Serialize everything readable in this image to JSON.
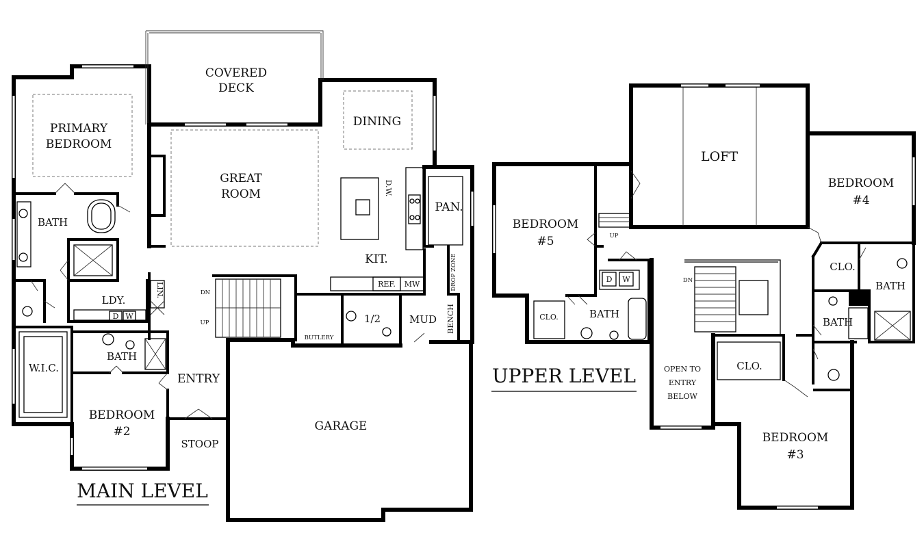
{
  "main_level": {
    "title": "MAIN LEVEL",
    "rooms": {
      "covered_deck": [
        "COVERED",
        "DECK"
      ],
      "primary_bedroom": [
        "PRIMARY",
        "BEDROOM"
      ],
      "great_room": [
        "GREAT",
        "ROOM"
      ],
      "dining": "DINING",
      "dw": "D.W.",
      "pantry": "PAN.",
      "kitchen": "KIT.",
      "bath_primary": "BATH",
      "laundry": "LDY.",
      "linen": "LIN.",
      "dryer": "D",
      "washer": "W",
      "ref": "REF.",
      "mw": "MW",
      "drop_zone": "DROP ZONE",
      "bench": "BENCH",
      "half_bath": "1/2",
      "mud": "MUD",
      "butlery": "BUTLERY",
      "stair_dn": "DN",
      "stair_up": "UP",
      "wic": "W.I.C.",
      "bath_2": "BATH",
      "entry": "ENTRY",
      "bedroom_2": [
        "BEDROOM",
        "#2"
      ],
      "stoop": "STOOP",
      "garage": "GARAGE"
    }
  },
  "upper_level": {
    "title": "UPPER LEVEL",
    "rooms": {
      "loft": "LOFT",
      "bedroom_4": [
        "BEDROOM",
        "#4"
      ],
      "bedroom_5": [
        "BEDROOM",
        "#5"
      ],
      "stair_up": "UP",
      "stair_dn": "DN",
      "dryer": "D",
      "washer": "W",
      "clo_5": "CLO.",
      "bath_shared": "BATH",
      "clo_4": "CLO.",
      "bath_4": "BATH",
      "bath_3": "BATH",
      "open_to_below": [
        "OPEN TO",
        "ENTRY",
        "BELOW"
      ],
      "clo_3": "CLO.",
      "bedroom_3": [
        "BEDROOM",
        "#3"
      ]
    }
  }
}
